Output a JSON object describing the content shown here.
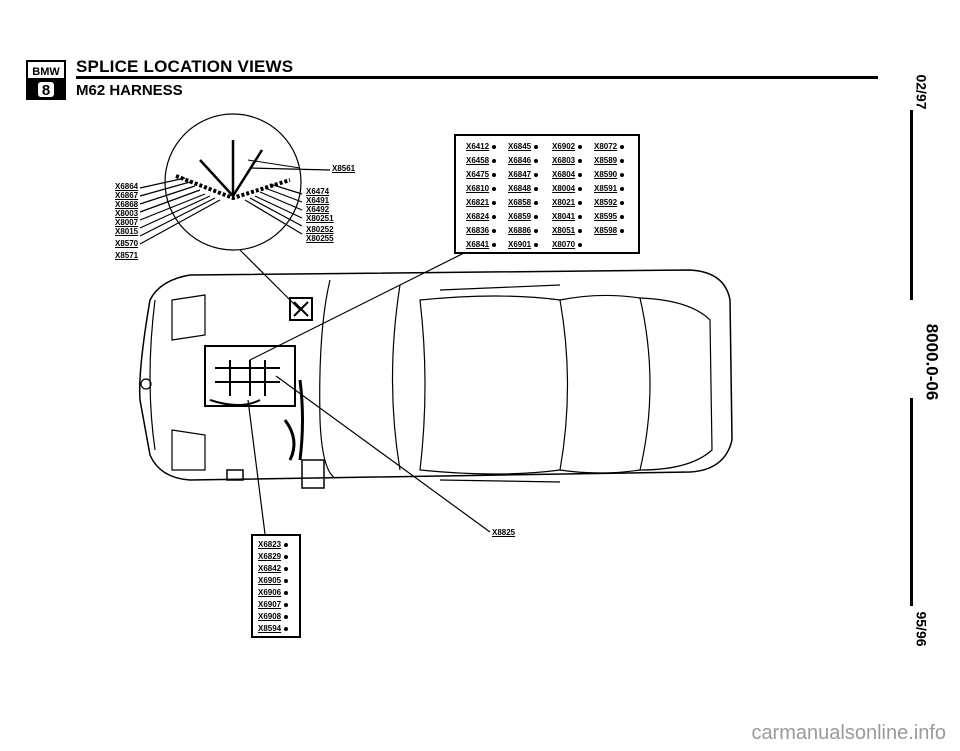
{
  "header": {
    "logo_text": "BMW",
    "logo_badge": "8",
    "title": "SPLICE LOCATION VIEWS",
    "subtitle": "M62 HARNESS"
  },
  "side": {
    "date_top": "02/97",
    "doc_number": "8000.0-06",
    "date_bottom": "95/96"
  },
  "detail_callout": "X8561",
  "detail_left_labels": [
    "X6864",
    "X6867",
    "X6868",
    "X8003",
    "X8007",
    "X8015",
    "X8570",
    "X8571"
  ],
  "detail_right_labels": [
    "X6474",
    "X6491",
    "X6492",
    "X80251",
    "X80252",
    "X80255"
  ],
  "top_table": [
    [
      "X6412",
      "X6845",
      "X6902",
      "X8072"
    ],
    [
      "X6458",
      "X6846",
      "X6803",
      "X8589"
    ],
    [
      "X6475",
      "X6847",
      "X6804",
      "X8590"
    ],
    [
      "X6810",
      "X6848",
      "X8004",
      "X8591"
    ],
    [
      "X6821",
      "X6858",
      "X8021",
      "X8592"
    ],
    [
      "X6824",
      "X6859",
      "X8041",
      "X8595"
    ],
    [
      "X6836",
      "X6886",
      "X8051",
      "X8598"
    ],
    [
      "X6841",
      "X6901",
      "X8070",
      ""
    ]
  ],
  "bottom_table": [
    "X6823",
    "X6829",
    "X6842",
    "X6905",
    "X6906",
    "X6907",
    "X6908",
    "X8594"
  ],
  "callout_x8825": "X8825",
  "footer": "carmanualsonline.info"
}
